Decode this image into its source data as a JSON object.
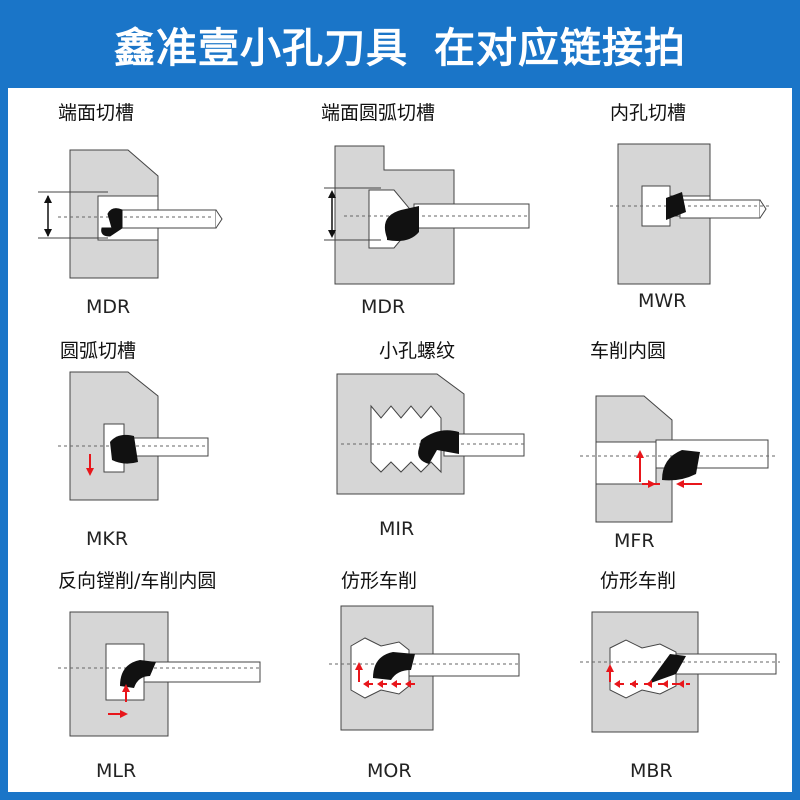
{
  "banner": {
    "left": "鑫准壹小孔刀具",
    "right": "在对应链接拍"
  },
  "tools": [
    {
      "title": "端面切槽",
      "code": "MDR"
    },
    {
      "title": "端面圆弧切槽",
      "code": "MDR"
    },
    {
      "title": "内孔切槽",
      "code": "MWR"
    },
    {
      "title": "圆弧切槽",
      "code": "MKR"
    },
    {
      "title": "小孔螺纹",
      "code": "MIR"
    },
    {
      "title": "车削内圆",
      "code": "MFR"
    },
    {
      "title": "反向镗削/车削内圆",
      "code": "MLR"
    },
    {
      "title": "仿形车削",
      "code": "MOR"
    },
    {
      "title": "仿形车削",
      "code": "MBR"
    }
  ],
  "colors": {
    "header_bg": "#1a75c8",
    "workpiece": "#d6d6d6",
    "outline": "#444444",
    "insert": "#111111",
    "arrow": "#e8161b"
  }
}
